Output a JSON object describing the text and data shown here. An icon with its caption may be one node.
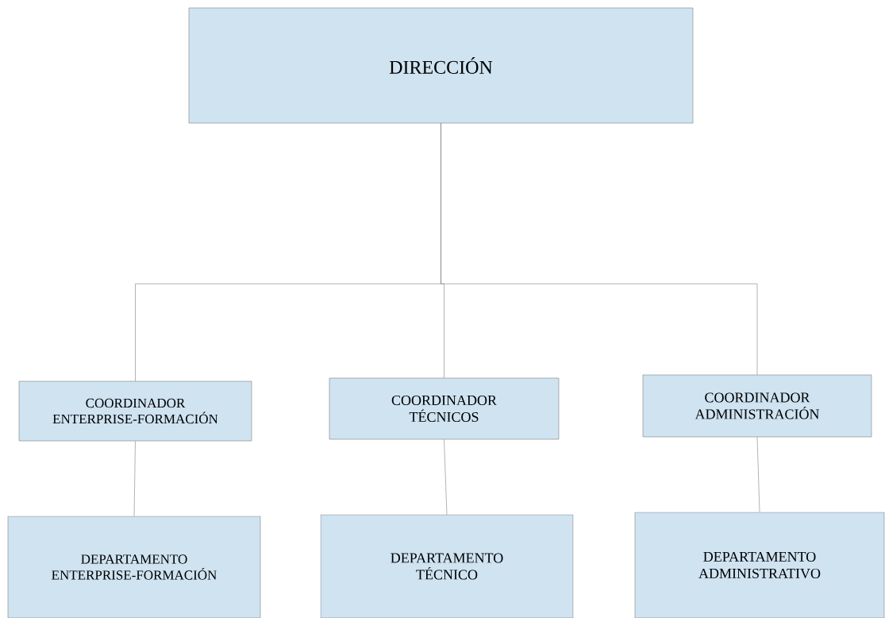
{
  "diagram": {
    "nodes": [
      {
        "text": [
          "DIRECCIÓN"
        ]
      },
      {
        "text": [
          "COORDINADOR ENTERPRISE-FORMACIÓN"
        ]
      },
      {
        "text": [
          "COORDINADOR TÉCNICOS"
        ]
      },
      {
        "text": [
          "COORDINADOR ADMINISTRACIÓN"
        ]
      },
      {
        "text": [
          "DEPARTAMENTO ENTERPRISE-FORMACIÓN"
        ]
      },
      {
        "text": [
          "DEPARTAMENTO TÉCNICO"
        ]
      },
      {
        "text": [
          "DEPARTAMENTO ADMINISTRATIVO"
        ]
      }
    ],
    "edges": [
      {
        "from": 0,
        "to": 1,
        "arrow": "none"
      },
      {
        "from": 0,
        "to": 2,
        "arrow": "none"
      },
      {
        "from": 0,
        "to": 3,
        "arrow": "none"
      },
      {
        "from": 1,
        "to": 4,
        "arrow": "none"
      },
      {
        "from": 2,
        "to": 5,
        "arrow": "none"
      },
      {
        "from": 3,
        "to": 6,
        "arrow": "none"
      }
    ]
  }
}
